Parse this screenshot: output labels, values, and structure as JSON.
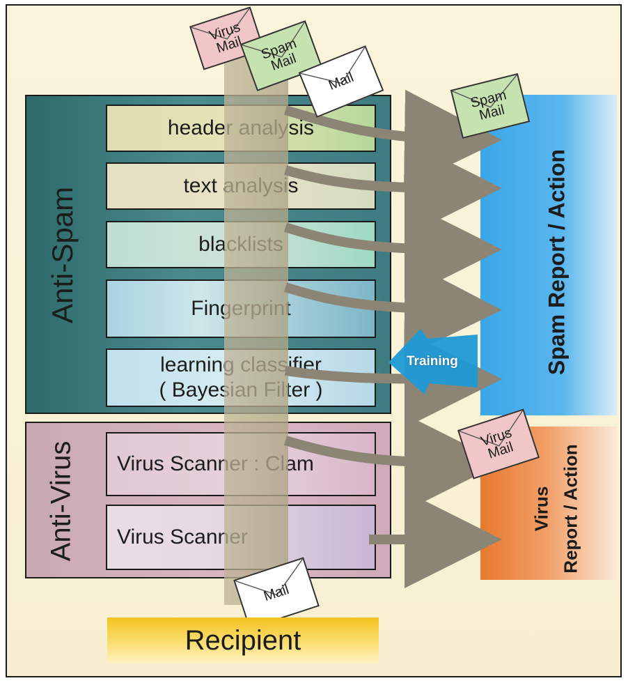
{
  "groups": {
    "antispam": "Anti-Spam",
    "antivirus": "Anti-Virus"
  },
  "filters": {
    "header": "header analysis",
    "text": "text analysis",
    "blacklists": "blacklists",
    "fingerprint": "Fingerprint",
    "learning_line1": "learning classifier",
    "learning_line2": "( Bayesian Filter )",
    "clam": "Virus Scanner : Clam",
    "scanner": "Virus Scanner"
  },
  "reports": {
    "spam": "Spam Report / Action",
    "virus_line1": "Virus",
    "virus_line2": "Report / Action"
  },
  "training_label": "Training",
  "recipient": "Recipient",
  "envelopes": {
    "virus_top": [
      "Virus",
      "Mail"
    ],
    "spam_top": [
      "Spam",
      "Mail"
    ],
    "mail_top": "Mail",
    "spam_out": [
      "Spam",
      "Mail"
    ],
    "virus_out": [
      "Virus",
      "Mail"
    ],
    "mail_bottom": "Mail"
  },
  "colors": {
    "antispam_panel": "#3d7c80",
    "antivirus_panel": "#d9b8c4",
    "spam_report": "#3aa7e8",
    "virus_report": "#e8792f",
    "recipient_bar": "#f4c21e",
    "training_arrow": "#1f9ad6",
    "flow_arrow": "#8c8576"
  }
}
